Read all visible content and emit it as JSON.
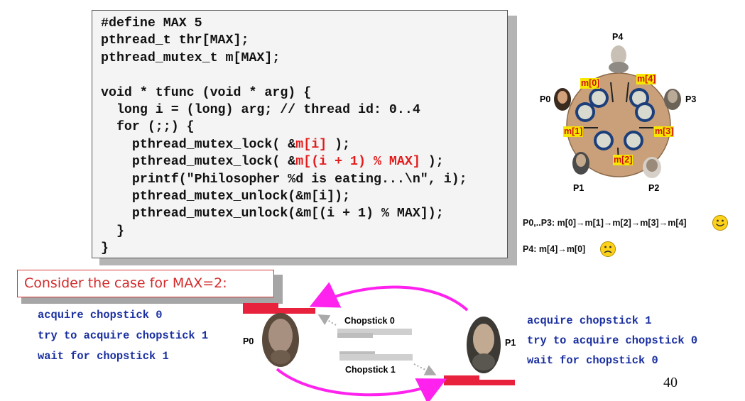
{
  "code_lines": [
    [
      {
        "t": "#define MAX 5"
      }
    ],
    [
      {
        "t": "pthread_t thr[MAX];"
      }
    ],
    [
      {
        "t": "pthread_mutex_t m[MAX];"
      }
    ],
    [
      {
        "t": ""
      }
    ],
    [
      {
        "t": "void * tfunc (void * arg) {"
      }
    ],
    [
      {
        "t": "  long i = (long) arg; // thread id: 0..4"
      }
    ],
    [
      {
        "t": "  for (;;) {"
      }
    ],
    [
      {
        "t": "    pthread_mutex_lock( &"
      },
      {
        "t": "m[i]",
        "red": true
      },
      {
        "t": " );"
      }
    ],
    [
      {
        "t": "    pthread_mutex_lock( &"
      },
      {
        "t": "m[(i + 1) % MAX]",
        "red": true
      },
      {
        "t": " );"
      }
    ],
    [
      {
        "t": "    printf(\"Philosopher %d is eating...\\n\", i);"
      }
    ],
    [
      {
        "t": "    pthread_mutex_unlock(&m[i]);"
      }
    ],
    [
      {
        "t": "    pthread_mutex_unlock(&m[(i + 1) % MAX]);"
      }
    ],
    [
      {
        "t": "  }"
      }
    ],
    [
      {
        "t": "}"
      }
    ]
  ],
  "table_diagram": {
    "philosophers": [
      "P0",
      "P1",
      "P2",
      "P3",
      "P4"
    ],
    "mutexes": [
      "m[0]",
      "m[1]",
      "m[2]",
      "m[3]",
      "m[4]"
    ]
  },
  "orders": {
    "p0_p3": "P0,..P3: m[0]→m[1]→m[2]→m[3]→m[4]",
    "p4": "P4: m[4]→m[0]"
  },
  "consider": "Consider the case for MAX=2:",
  "p0_steps": [
    "acquire chopstick 0",
    "try to acquire chopstick 1",
    "wait for chopstick 1"
  ],
  "p1_steps": [
    "acquire chopstick 1",
    "try to acquire chopstick 0",
    "wait for chopstick 0"
  ],
  "deadlock": {
    "p0_label": "P0",
    "p1_label": "P1",
    "chopstick0": "Chopstick 0",
    "chopstick1": "Chopstick 1"
  },
  "page_number": "40",
  "colors": {
    "accent_red": "#e31b1b",
    "arrow_magenta": "#ff22ee",
    "code_blue": "#1a2fa0",
    "label_yellow": "#f7e600"
  }
}
